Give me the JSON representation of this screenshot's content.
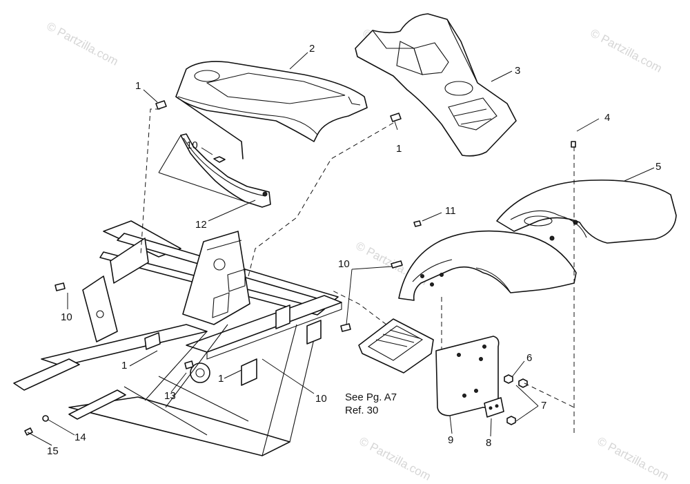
{
  "watermark": "© Partzilla.com",
  "callouts": {
    "c1a": "1",
    "c2": "2",
    "c3": "3",
    "c1b": "1",
    "c4": "4",
    "c5": "5",
    "c10a": "10",
    "c12": "12",
    "c11": "11",
    "c10b": "10",
    "c10c": "10",
    "c1c": "1",
    "c1d": "1",
    "c13": "13",
    "c10d": "10",
    "c6": "6",
    "c7": "7",
    "c8": "8",
    "c9": "9",
    "c14": "14",
    "c15": "15"
  },
  "note": {
    "line1": "See Pg. A7",
    "line2": "Ref. 30"
  }
}
